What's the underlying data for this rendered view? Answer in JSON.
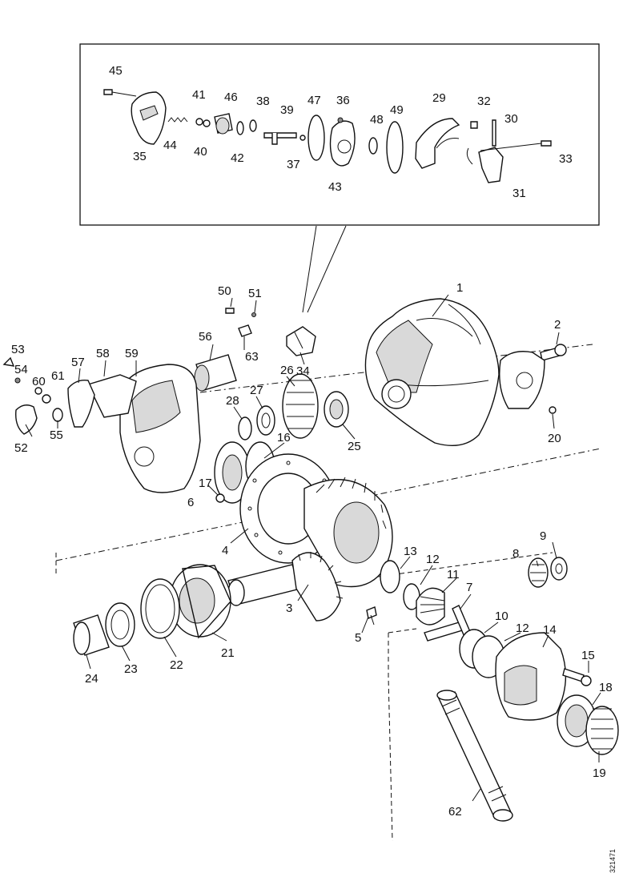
{
  "reference_code": "321471",
  "callouts": [
    "1",
    "2",
    "3",
    "4",
    "5",
    "6",
    "7",
    "8",
    "9",
    "10",
    "11",
    "12",
    "12",
    "13",
    "14",
    "15",
    "16",
    "17",
    "18",
    "19",
    "20",
    "21",
    "22",
    "23",
    "24",
    "25",
    "26",
    "27",
    "28",
    "29",
    "30",
    "31",
    "32",
    "33",
    "34",
    "35",
    "36",
    "37",
    "38",
    "39",
    "40",
    "41",
    "42",
    "43",
    "44",
    "45",
    "46",
    "47",
    "48",
    "49",
    "50",
    "51",
    "52",
    "53",
    "54",
    "55",
    "56",
    "57",
    "58",
    "59",
    "60",
    "61",
    "62",
    "63"
  ]
}
